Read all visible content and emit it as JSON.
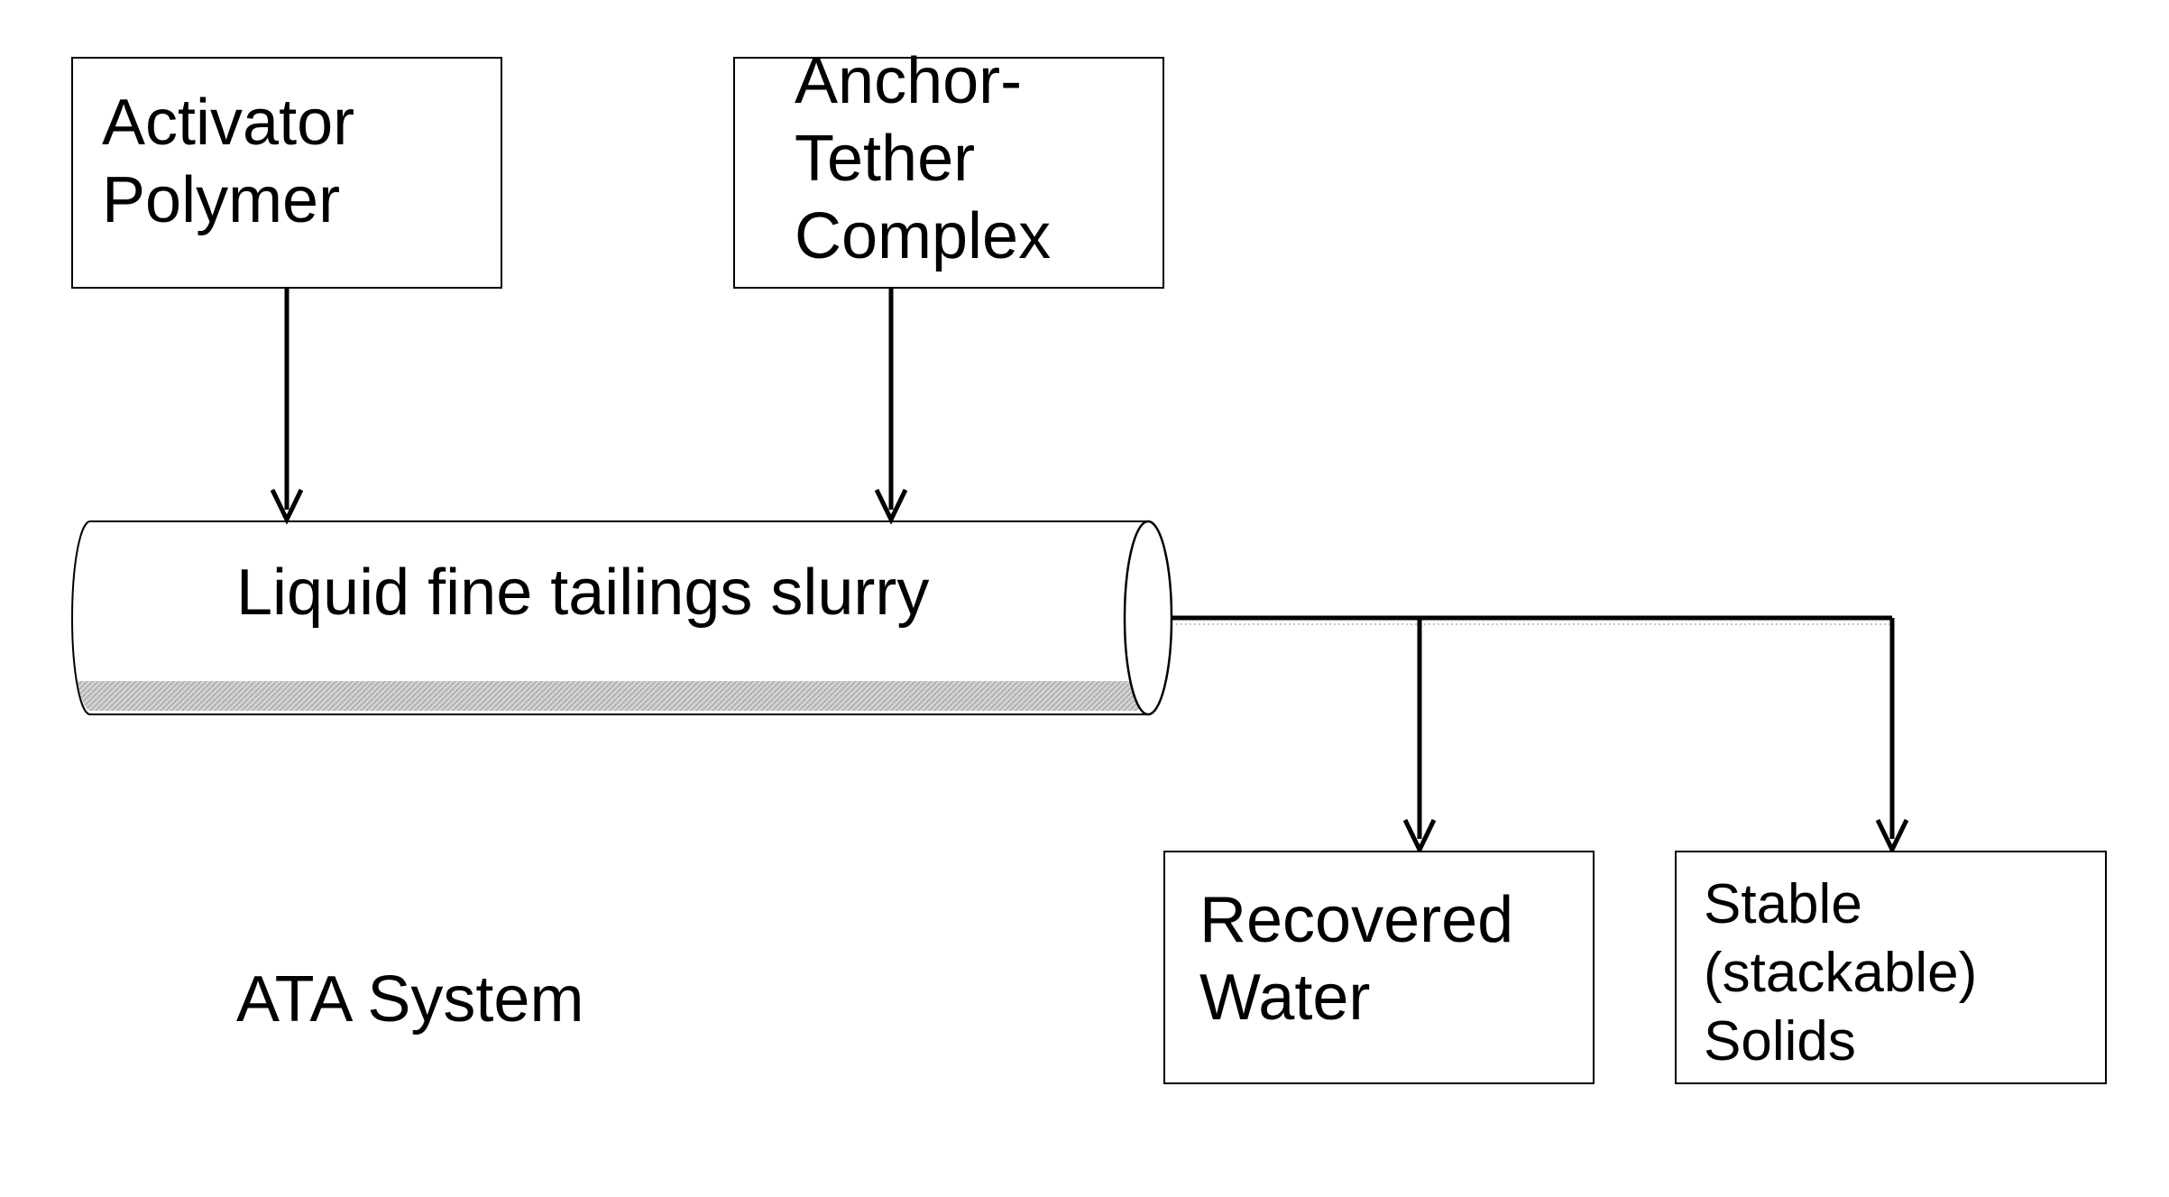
{
  "inputs": {
    "activator": {
      "lines": [
        "Activator",
        "Polymer"
      ]
    },
    "anchor_tether": {
      "lines": [
        "Anchor-",
        "Tether",
        "Complex"
      ]
    }
  },
  "pipe": {
    "label": "Liquid fine tailings slurry"
  },
  "outputs": {
    "recovered_water": {
      "lines": [
        "Recovered",
        "Water"
      ]
    },
    "stable_solids": {
      "lines": [
        "Stable",
        "(stackable)",
        "Solids"
      ]
    }
  },
  "system_label": "ATA System",
  "colors": {
    "line": "#000000",
    "background": "#ffffff",
    "pipe_shadow": "#c4c4c4"
  }
}
